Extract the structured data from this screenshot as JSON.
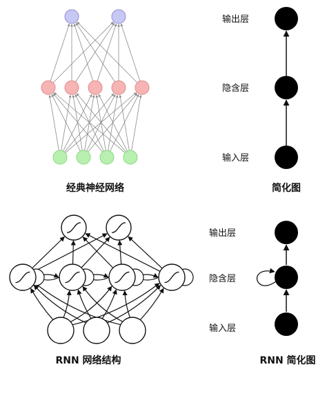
{
  "top": {
    "caption_left": "经典神经网络",
    "caption_right": "简化图",
    "labels": {
      "output": "输出层",
      "hidden": "隐含层",
      "input": "输入层"
    },
    "colors": {
      "output_fill": "#c8c8f4",
      "output_stroke": "#8c8cd8",
      "hidden_fill": "#f6b4b4",
      "hidden_stroke": "#e08a8a",
      "input_fill": "#b8f0b0",
      "input_stroke": "#8ad680",
      "edge": "#8a8a8a",
      "simple_node": "#000000"
    }
  },
  "bottom": {
    "caption_left": "RNN 网络结构",
    "caption_right": "RNN 简化图",
    "labels": {
      "output": "输出层",
      "hidden": "隐含层",
      "input": "输入层"
    }
  }
}
